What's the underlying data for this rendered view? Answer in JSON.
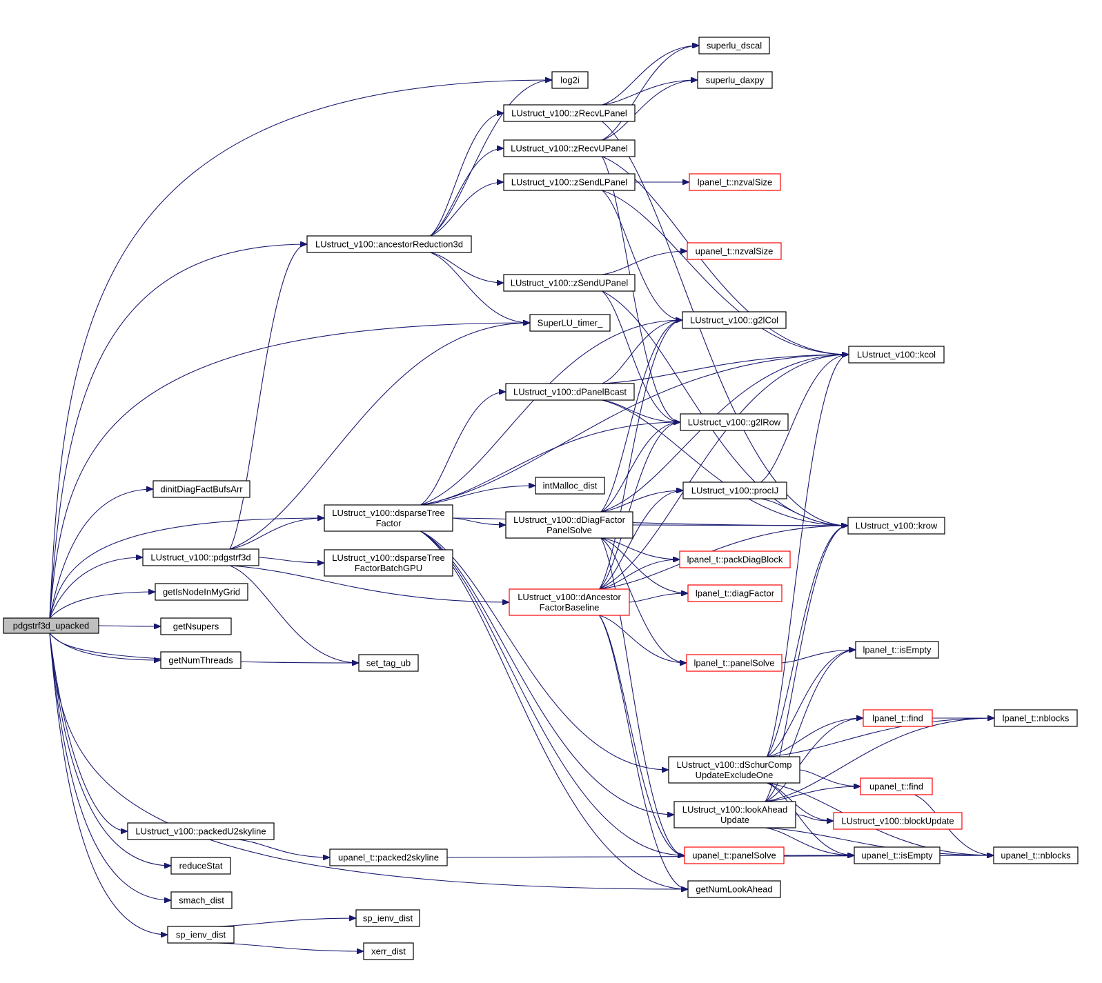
{
  "colors": {
    "edge": "#191970",
    "node_border": "#000000",
    "node_border_incomplete": "#ff0000",
    "root_fill": "#bfbfbf",
    "node_fill": "#ffffff"
  },
  "nodes": [
    {
      "id": "root",
      "lines": [
        "pdgstrf3d_upacked"
      ]
    },
    {
      "id": "log2i",
      "lines": [
        "log2i"
      ]
    },
    {
      "id": "ancRed",
      "lines": [
        "LUstruct_v100::ancestorReduction3d"
      ]
    },
    {
      "id": "timer",
      "lines": [
        "SuperLU_timer_"
      ]
    },
    {
      "id": "dinit",
      "lines": [
        "dinitDiagFactBufsArr"
      ]
    },
    {
      "id": "dsparse",
      "lines": [
        "LUstruct_v100::dsparseTree",
        "Factor"
      ]
    },
    {
      "id": "pdgstrf",
      "lines": [
        "LUstruct_v100::pdgstrf3d"
      ]
    },
    {
      "id": "dsparseGPU",
      "lines": [
        "LUstruct_v100::dsparseTree",
        "FactorBatchGPU"
      ]
    },
    {
      "id": "isNode",
      "lines": [
        "getIsNodeInMyGrid"
      ]
    },
    {
      "id": "nsupers",
      "lines": [
        "getNsupers"
      ]
    },
    {
      "id": "numThreads",
      "lines": [
        "getNumThreads"
      ]
    },
    {
      "id": "settag",
      "lines": [
        "set_tag_ub"
      ]
    },
    {
      "id": "packedU2",
      "lines": [
        "LUstruct_v100::packedU2skyline"
      ]
    },
    {
      "id": "reduceStat",
      "lines": [
        "reduceStat"
      ]
    },
    {
      "id": "smach",
      "lines": [
        "smach_dist"
      ]
    },
    {
      "id": "spienv",
      "lines": [
        "sp_ienv_dist"
      ]
    },
    {
      "id": "packed2",
      "lines": [
        "upanel_t::packed2skyline"
      ]
    },
    {
      "id": "spienv2",
      "lines": [
        "sp_ienv_dist"
      ]
    },
    {
      "id": "xerr",
      "lines": [
        "xerr_dist"
      ]
    },
    {
      "id": "zRecvL",
      "lines": [
        "LUstruct_v100::zRecvLPanel"
      ]
    },
    {
      "id": "zRecvU",
      "lines": [
        "LUstruct_v100::zRecvUPanel"
      ]
    },
    {
      "id": "zSendL",
      "lines": [
        "LUstruct_v100::zSendLPanel"
      ]
    },
    {
      "id": "zSendU",
      "lines": [
        "LUstruct_v100::zSendUPanel"
      ]
    },
    {
      "id": "dPanelBcast",
      "lines": [
        "LUstruct_v100::dPanelBcast"
      ]
    },
    {
      "id": "intMalloc",
      "lines": [
        "intMalloc_dist"
      ]
    },
    {
      "id": "dDiag",
      "lines": [
        "LUstruct_v100::dDiagFactor",
        "PanelSolve"
      ]
    },
    {
      "id": "dAnc",
      "lines": [
        "LUstruct_v100::dAncestor",
        "FactorBaseline"
      ],
      "incomplete": true
    },
    {
      "id": "dSchur",
      "lines": [
        "LUstruct_v100::dSchurComp",
        "UpdateExcludeOne"
      ]
    },
    {
      "id": "lookAhead",
      "lines": [
        "LUstruct_v100::lookAhead",
        "Update"
      ]
    },
    {
      "id": "getNumLA",
      "lines": [
        "getNumLookAhead"
      ]
    },
    {
      "id": "dscal",
      "lines": [
        "superlu_dscal"
      ]
    },
    {
      "id": "daxpy",
      "lines": [
        "superlu_daxpy"
      ]
    },
    {
      "id": "lnzval",
      "lines": [
        "lpanel_t::nzvalSize"
      ],
      "incomplete": true
    },
    {
      "id": "unzval",
      "lines": [
        "upanel_t::nzvalSize"
      ],
      "incomplete": true
    },
    {
      "id": "g2lCol",
      "lines": [
        "LUstruct_v100::g2lCol"
      ]
    },
    {
      "id": "g2lRow",
      "lines": [
        "LUstruct_v100::g2lRow"
      ]
    },
    {
      "id": "procIJ",
      "lines": [
        "LUstruct_v100::procIJ"
      ]
    },
    {
      "id": "packDiag",
      "lines": [
        "lpanel_t::packDiagBlock"
      ],
      "incomplete": true
    },
    {
      "id": "diagFactor",
      "lines": [
        "lpanel_t::diagFactor"
      ],
      "incomplete": true
    },
    {
      "id": "lpanelSolve",
      "lines": [
        "lpanel_t::panelSolve"
      ],
      "incomplete": true
    },
    {
      "id": "lfind",
      "lines": [
        "lpanel_t::find"
      ],
      "incomplete": true
    },
    {
      "id": "ufind",
      "lines": [
        "upanel_t::find"
      ],
      "incomplete": true
    },
    {
      "id": "blockUpdate",
      "lines": [
        "LUstruct_v100::blockUpdate"
      ],
      "incomplete": true
    },
    {
      "id": "upanelSolve",
      "lines": [
        "upanel_t::panelSolve"
      ],
      "incomplete": true
    },
    {
      "id": "kcol",
      "lines": [
        "LUstruct_v100::kcol"
      ]
    },
    {
      "id": "krow",
      "lines": [
        "LUstruct_v100::krow"
      ]
    },
    {
      "id": "lisEmpty",
      "lines": [
        "lpanel_t::isEmpty"
      ]
    },
    {
      "id": "uisEmpty",
      "lines": [
        "upanel_t::isEmpty"
      ]
    },
    {
      "id": "lnblocks",
      "lines": [
        "lpanel_t::nblocks"
      ]
    },
    {
      "id": "unblocks",
      "lines": [
        "upanel_t::nblocks"
      ]
    }
  ],
  "edges": [
    [
      "root",
      "log2i"
    ],
    [
      "root",
      "ancRed"
    ],
    [
      "root",
      "timer"
    ],
    [
      "root",
      "dinit"
    ],
    [
      "root",
      "dsparse"
    ],
    [
      "root",
      "pdgstrf"
    ],
    [
      "root",
      "isNode"
    ],
    [
      "root",
      "nsupers"
    ],
    [
      "root",
      "numThreads"
    ],
    [
      "root",
      "settag"
    ],
    [
      "root",
      "getNumLA"
    ],
    [
      "root",
      "packedU2"
    ],
    [
      "root",
      "reduceStat"
    ],
    [
      "root",
      "smach"
    ],
    [
      "root",
      "spienv"
    ],
    [
      "ancRed",
      "log2i"
    ],
    [
      "ancRed",
      "zRecvL"
    ],
    [
      "ancRed",
      "zRecvU"
    ],
    [
      "ancRed",
      "zSendL"
    ],
    [
      "ancRed",
      "zSendU"
    ],
    [
      "ancRed",
      "timer"
    ],
    [
      "pdgstrf",
      "ancRed"
    ],
    [
      "pdgstrf",
      "timer"
    ],
    [
      "pdgstrf",
      "dsparse"
    ],
    [
      "pdgstrf",
      "dsparseGPU"
    ],
    [
      "pdgstrf",
      "dAnc"
    ],
    [
      "pdgstrf",
      "settag"
    ],
    [
      "dsparse",
      "g2lCol"
    ],
    [
      "dsparse",
      "dPanelBcast"
    ],
    [
      "dsparse",
      "g2lRow"
    ],
    [
      "dsparse",
      "intMalloc"
    ],
    [
      "dsparse",
      "dDiag"
    ],
    [
      "dsparse",
      "kcol"
    ],
    [
      "dsparse",
      "dSchur"
    ],
    [
      "dsparse",
      "lookAhead"
    ],
    [
      "dsparse",
      "upanelSolve"
    ],
    [
      "dsparse",
      "krow"
    ],
    [
      "dsparse",
      "getNumLA"
    ],
    [
      "packedU2",
      "packed2"
    ],
    [
      "packed2",
      "unblocks"
    ],
    [
      "spienv",
      "spienv2"
    ],
    [
      "spienv",
      "xerr"
    ],
    [
      "zRecvL",
      "dscal"
    ],
    [
      "zRecvL",
      "daxpy"
    ],
    [
      "zRecvL",
      "krow"
    ],
    [
      "zRecvU",
      "dscal"
    ],
    [
      "zRecvU",
      "daxpy"
    ],
    [
      "zRecvU",
      "kcol"
    ],
    [
      "zRecvU",
      "g2lRow"
    ],
    [
      "zSendL",
      "lnzval"
    ],
    [
      "zSendL",
      "kcol"
    ],
    [
      "zSendL",
      "g2lCol"
    ],
    [
      "zSendU",
      "unzval"
    ],
    [
      "zSendU",
      "krow"
    ],
    [
      "zSendU",
      "g2lRow"
    ],
    [
      "dPanelBcast",
      "g2lCol"
    ],
    [
      "dPanelBcast",
      "kcol"
    ],
    [
      "dPanelBcast",
      "g2lRow"
    ],
    [
      "dPanelBcast",
      "krow"
    ],
    [
      "dDiag",
      "g2lCol"
    ],
    [
      "dDiag",
      "g2lRow"
    ],
    [
      "dDiag",
      "procIJ"
    ],
    [
      "dDiag",
      "krow"
    ],
    [
      "dDiag",
      "kcol"
    ],
    [
      "dDiag",
      "packDiag"
    ],
    [
      "dDiag",
      "diagFactor"
    ],
    [
      "dDiag",
      "lpanelSolve"
    ],
    [
      "dDiag",
      "upanelSolve"
    ],
    [
      "dAnc",
      "g2lCol"
    ],
    [
      "dAnc",
      "g2lRow"
    ],
    [
      "dAnc",
      "procIJ"
    ],
    [
      "dAnc",
      "packDiag"
    ],
    [
      "dAnc",
      "diagFactor"
    ],
    [
      "dAnc",
      "lpanelSolve"
    ],
    [
      "dAnc",
      "upanelSolve"
    ],
    [
      "dAnc",
      "kcol"
    ],
    [
      "dAnc",
      "krow"
    ],
    [
      "dAnc",
      "getNumLA"
    ],
    [
      "procIJ",
      "kcol"
    ],
    [
      "procIJ",
      "krow"
    ],
    [
      "lpanelSolve",
      "lisEmpty"
    ],
    [
      "upanelSolve",
      "uisEmpty"
    ],
    [
      "lfind",
      "lnblocks"
    ],
    [
      "ufind",
      "unblocks"
    ],
    [
      "dSchur",
      "krow"
    ],
    [
      "dSchur",
      "kcol"
    ],
    [
      "dSchur",
      "lisEmpty"
    ],
    [
      "dSchur",
      "lnblocks"
    ],
    [
      "dSchur",
      "lfind"
    ],
    [
      "dSchur",
      "ufind"
    ],
    [
      "dSchur",
      "blockUpdate"
    ],
    [
      "dSchur",
      "uisEmpty"
    ],
    [
      "dSchur",
      "unblocks"
    ],
    [
      "lookAhead",
      "krow"
    ],
    [
      "lookAhead",
      "lisEmpty"
    ],
    [
      "lookAhead",
      "lfind"
    ],
    [
      "lookAhead",
      "ufind"
    ],
    [
      "lookAhead",
      "blockUpdate"
    ],
    [
      "lookAhead",
      "uisEmpty"
    ],
    [
      "lookAhead",
      "unblocks"
    ],
    [
      "lookAhead",
      "lnblocks"
    ]
  ]
}
